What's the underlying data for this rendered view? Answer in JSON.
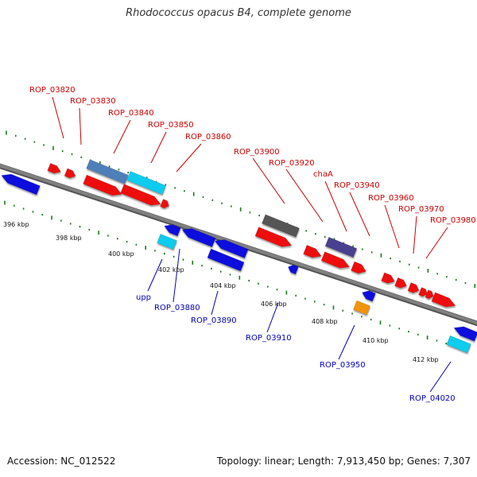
{
  "title": "Rhodococcus opacus B4, complete genome",
  "accession": "Accession: NC_012522",
  "summary": "Topology: linear; Length: 7,913,450 bp; Genes: 7,307",
  "colors": {
    "backbone": "#808080",
    "forward_label": "#cc0000",
    "reverse_label": "#0000bb",
    "ticks": "#1a7a1a",
    "red": "#ee1111",
    "blue": "#1111dd",
    "cyan": "#11ccee",
    "steel": "#4f7fb8",
    "dark_gray": "#555555",
    "slate": "#4a3f8f",
    "orange": "#f39410"
  },
  "scale_labels": [
    "396 kbp",
    "398 kbp",
    "400 kbp",
    "402 kbp",
    "404 kbp",
    "406 kbp",
    "408 kbp",
    "410 kbp",
    "412 kbp"
  ],
  "forward_labels": [
    "ROP_03820",
    "ROP_03830",
    "ROP_03840",
    "ROP_03850",
    "ROP_03860",
    "ROP_03900",
    "ROP_03920",
    "chaA",
    "ROP_03940",
    "ROP_03960",
    "ROP_03970",
    "ROP_03980"
  ],
  "reverse_labels": [
    "upp",
    "ROP_03880",
    "ROP_03890",
    "ROP_03910",
    "ROP_03950",
    "ROP_04020"
  ]
}
